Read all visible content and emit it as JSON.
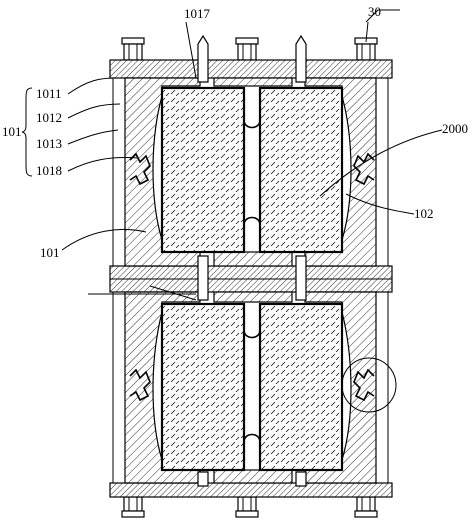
{
  "figure": {
    "labels": {
      "l30": "30",
      "l1017": "1017",
      "l1011": "1011",
      "l1012": "1012",
      "l1013": "1013",
      "l1018": "1018",
      "l101a": "101",
      "l101b": "101",
      "l2000": "2000",
      "l102": "102"
    }
  }
}
